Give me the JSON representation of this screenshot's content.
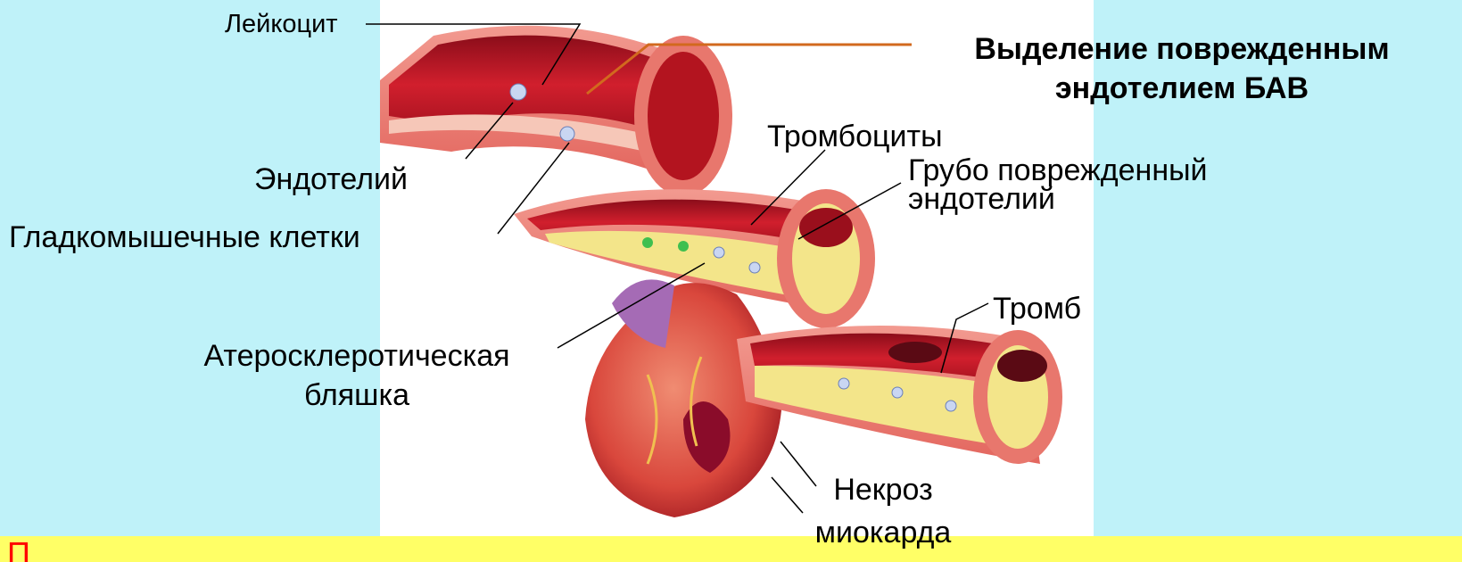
{
  "labels": {
    "leukocyte": "Лейкоцит",
    "bav_line1": "Выделение поврежденным",
    "bav_line2": "эндотелием  БАВ",
    "platelets": "Тромбоциты",
    "damaged_line1": "Грубо поврежденный",
    "damaged_line2": "эндотелий",
    "endothelium": "Эндотелий",
    "smooth_muscle": "Гладкомышечные клетки",
    "thrombus": "Тромб",
    "plaque_line1": "Атеросклеротическая",
    "plaque_line2": "бляшка",
    "necrosis_line1": "Некроз",
    "necrosis_line2": "миокарда"
  },
  "bottom_caption": "П",
  "colors": {
    "background": "#bff2f9",
    "strip": "#ffff66",
    "caption_text": "#ff0000",
    "bav_leader": "#d2691e",
    "vessel_red": "#c8102e",
    "plaque_yellow": "#f3e58a"
  }
}
